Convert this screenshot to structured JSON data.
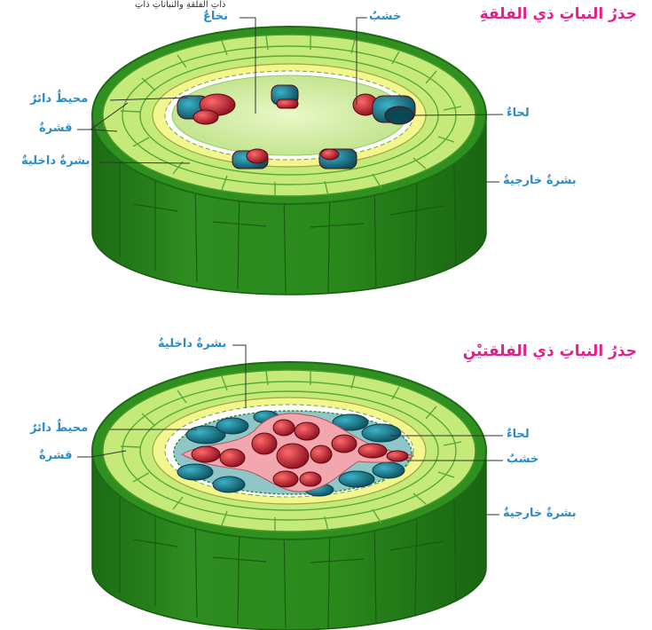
{
  "clipped_text": "ذاتِ الفلقةِ والنباتاتِ ذاتِ",
  "monocot": {
    "title": "جذرُ النباتِ ذي الفلقةِ",
    "labels": {
      "pith": "نخاعٌ",
      "xylem": "خشبٌ",
      "pericycle": "محيطٌ دائرٌ",
      "phloem": "لحاءٌ",
      "cortex": "قشرةٌ",
      "endodermis": "بشرةٌ داخليةٌ",
      "epidermis": "بشرةٌ خارجيةٌ"
    }
  },
  "dicot": {
    "title": "جذرُ النباتِ ذي الفلقتيْنِ",
    "labels": {
      "endodermis": "بشرةٌ داخليةٌ",
      "pericycle": "محيطٌ دائرٌ",
      "phloem": "لحاءٌ",
      "cortex": "قشرةٌ",
      "xylem": "خشبٌ",
      "epidermis": "بشرةٌ خارجيةٌ"
    }
  },
  "colors": {
    "epidermis": "#2f8f1f",
    "cortex": "#c5ea7a",
    "endodermis": "#f3f58e",
    "pith": "#d9f0a8",
    "xylem": "#b01a2b",
    "phloem": "#1f7f95",
    "label": "#2a8bc9",
    "title": "#e0218a"
  }
}
